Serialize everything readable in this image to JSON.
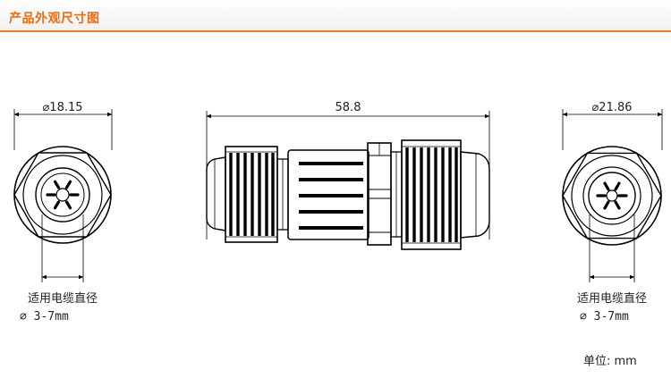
{
  "header": {
    "title": "产品外观尺寸图"
  },
  "left_view": {
    "diameter_label": "⌀18.15",
    "cable_title": "适用电缆直径",
    "cable_range": "⌀ 3-7mm"
  },
  "side_view": {
    "length_label": "58.8"
  },
  "right_view": {
    "diameter_label": "⌀21.86",
    "cable_title": "适用电缆直径",
    "cable_range": "⌀ 3-7mm"
  },
  "unit_note": "单位: mm"
}
